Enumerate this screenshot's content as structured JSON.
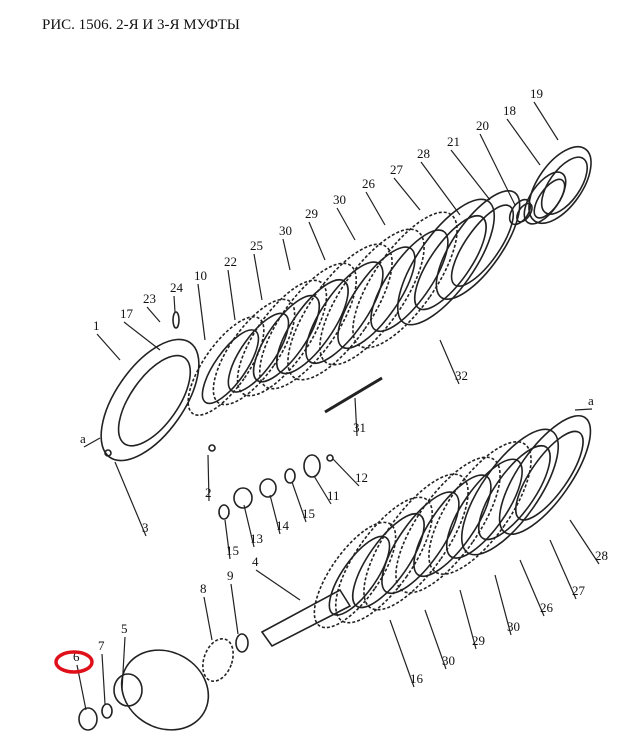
{
  "title": "РИС. 1506. 2-Я И 3-Я МУФТЫ",
  "highlight_color": "#e0101a",
  "highlighted_part": "6",
  "callouts": [
    "19",
    "18",
    "20",
    "21",
    "28",
    "27",
    "26",
    "30",
    "29",
    "30",
    "25",
    "22",
    "10",
    "24",
    "23",
    "17",
    "1",
    "a",
    "2",
    "3",
    "13",
    "14",
    "15",
    "11",
    "12",
    "15",
    "32",
    "31",
    "a",
    "28",
    "27",
    "26",
    "30",
    "29",
    "30",
    "16",
    "4",
    "8",
    "9",
    "5",
    "7",
    "6"
  ]
}
